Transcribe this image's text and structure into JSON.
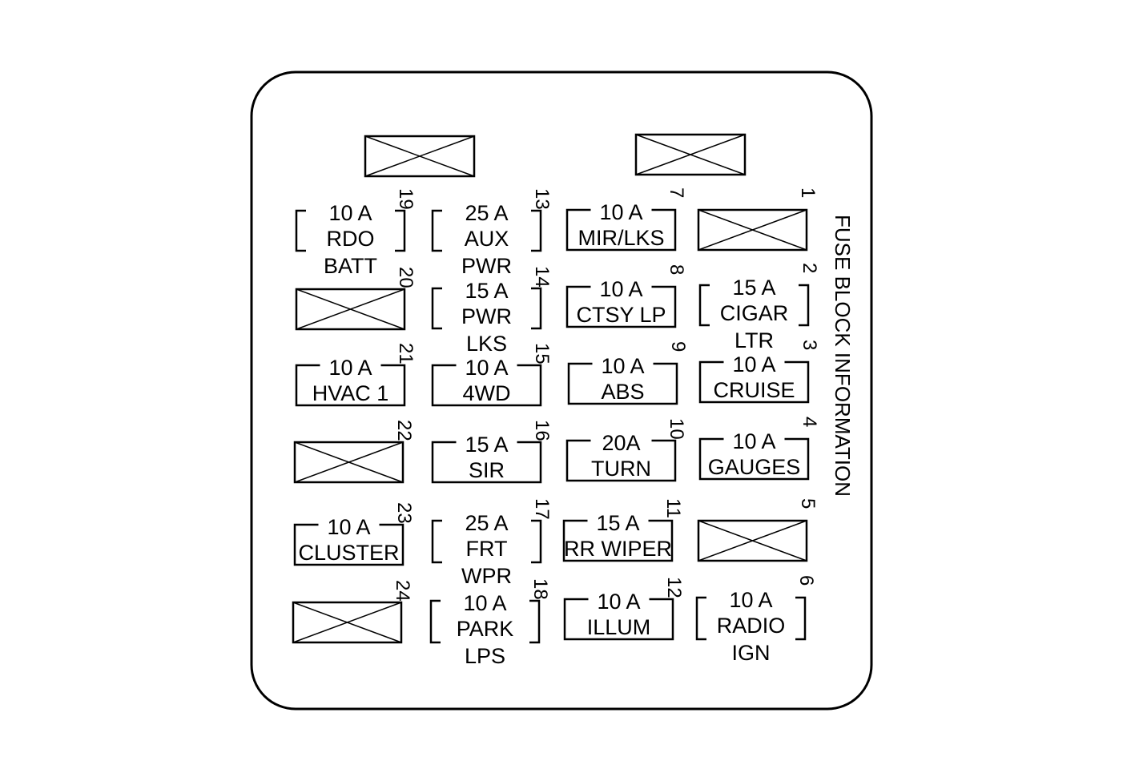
{
  "side_title": "FUSE BLOCK INFORMATION",
  "fuses": [
    {
      "num": "1",
      "empty": true
    },
    {
      "num": "2",
      "lines": [
        "15 A",
        "CIGAR",
        "LTR"
      ]
    },
    {
      "num": "3",
      "lines": [
        "10 A",
        "CRUISE"
      ]
    },
    {
      "num": "4",
      "lines": [
        "10 A",
        "GAUGES"
      ]
    },
    {
      "num": "5",
      "empty": true
    },
    {
      "num": "6",
      "lines": [
        "10 A",
        "RADIO",
        "IGN"
      ]
    },
    {
      "num": "7",
      "lines": [
        "10 A",
        "MIR/LKS"
      ]
    },
    {
      "num": "8",
      "lines": [
        "10 A",
        "CTSY LP"
      ]
    },
    {
      "num": "9",
      "lines": [
        "10 A",
        "ABS"
      ]
    },
    {
      "num": "10",
      "lines": [
        "20A",
        "TURN"
      ]
    },
    {
      "num": "11",
      "lines": [
        "15 A",
        "RR WIPER"
      ]
    },
    {
      "num": "12",
      "lines": [
        "10 A",
        "ILLUM"
      ]
    },
    {
      "num": "13",
      "lines": [
        "25 A",
        "AUX",
        "PWR"
      ]
    },
    {
      "num": "14",
      "lines": [
        "15 A",
        "PWR",
        "LKS"
      ]
    },
    {
      "num": "15",
      "lines": [
        "10 A",
        "4WD"
      ]
    },
    {
      "num": "16",
      "lines": [
        "15 A",
        "SIR"
      ]
    },
    {
      "num": "17",
      "lines": [
        "25 A",
        "FRT",
        "WPR"
      ]
    },
    {
      "num": "18",
      "lines": [
        "10 A",
        "PARK",
        "LPS"
      ]
    },
    {
      "num": "19",
      "lines": [
        "10 A",
        "RDO",
        "BATT"
      ]
    },
    {
      "num": "20",
      "empty": true
    },
    {
      "num": "21",
      "lines": [
        "10 A",
        "HVAC 1"
      ]
    },
    {
      "num": "22",
      "empty": true
    },
    {
      "num": "23",
      "lines": [
        "10 A",
        "CLUSTER"
      ]
    },
    {
      "num": "24",
      "empty": true
    }
  ],
  "relays_top": [
    {
      "name": "top-left-relay",
      "empty": true
    },
    {
      "name": "top-right-relay",
      "empty": true
    }
  ]
}
